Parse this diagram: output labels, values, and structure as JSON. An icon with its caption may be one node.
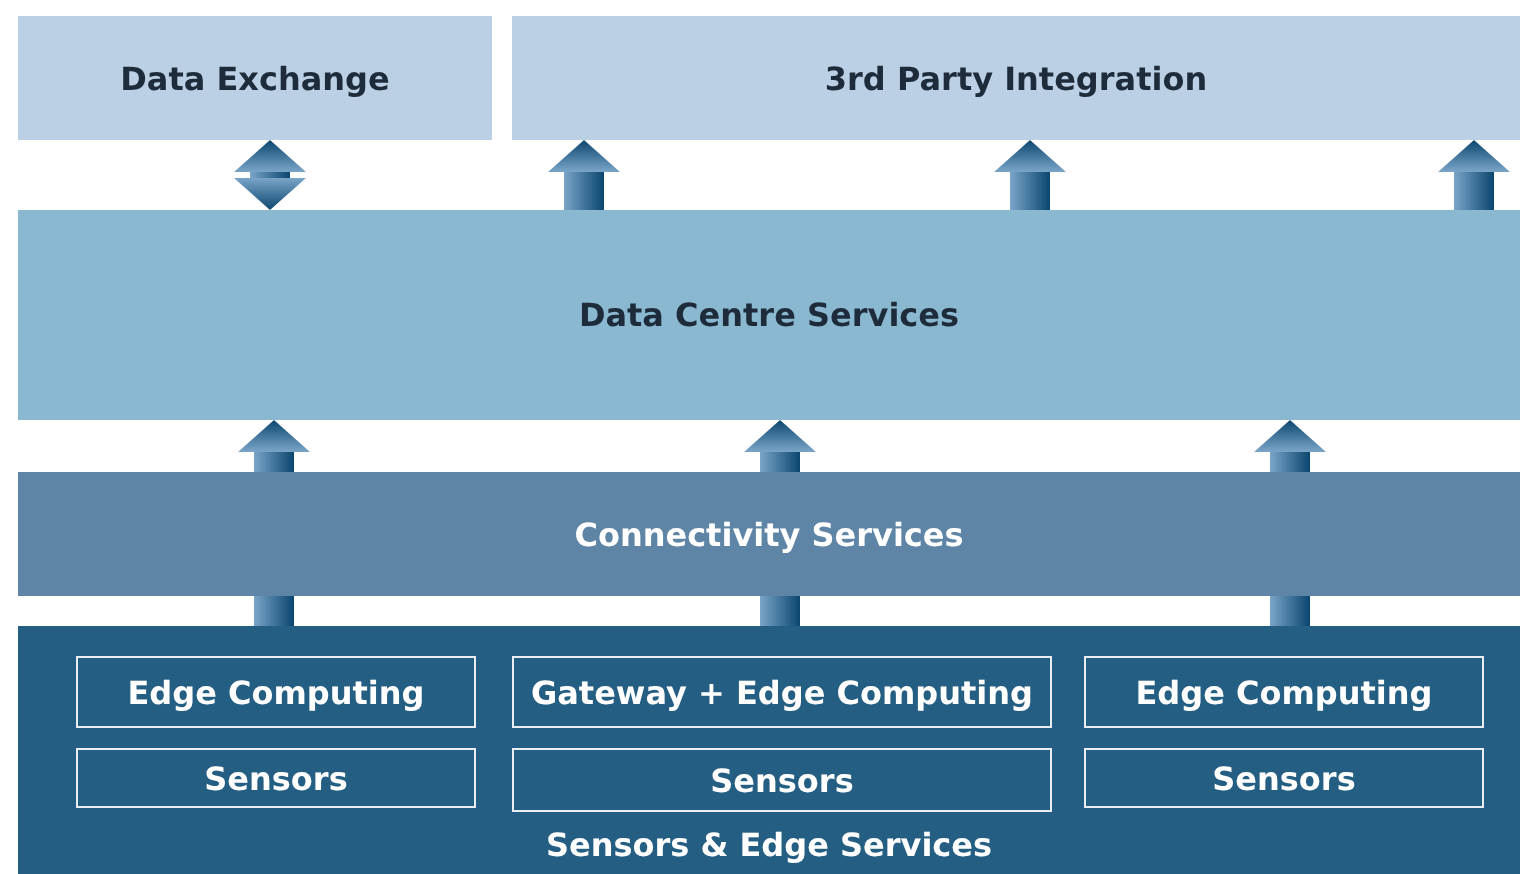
{
  "diagram": {
    "nodes": [
      {
        "text": [
          "Data Exchange"
        ]
      },
      {
        "text": [
          "3rd Party Integration"
        ]
      },
      {
        "text": [
          "Data Centre Services"
        ]
      },
      {
        "text": [
          "Connectivity Services"
        ]
      },
      {
        "text": [
          "Sensors & Edge Services"
        ]
      },
      {
        "text": [
          "Edge Computing"
        ],
        "in": 4
      },
      {
        "text": [
          "Gateway + Edge Computing"
        ],
        "in": 4
      },
      {
        "text": [
          "Edge Computing"
        ],
        "in": 4
      },
      {
        "text": [
          "Sensors"
        ],
        "in": 4
      },
      {
        "text": [
          "Sensors"
        ],
        "in": 4
      },
      {
        "text": [
          "Sensors"
        ],
        "in": 4
      }
    ],
    "edges": [
      {
        "from": 2,
        "to": 0,
        "arrow": "both",
        "style": "thick"
      },
      {
        "from": 2,
        "to": 1,
        "arrow": "to",
        "style": "thick"
      },
      {
        "from": 2,
        "to": 1,
        "arrow": "to",
        "style": "thick"
      },
      {
        "from": 2,
        "to": 1,
        "arrow": "to",
        "style": "thick"
      },
      {
        "from": 3,
        "to": 2,
        "arrow": "to",
        "style": "thick"
      },
      {
        "from": 3,
        "to": 2,
        "arrow": "to",
        "style": "thick"
      },
      {
        "from": 3,
        "to": 2,
        "arrow": "to",
        "style": "thick"
      },
      {
        "from": 4,
        "to": 3,
        "arrow": "none",
        "style": "thick"
      },
      {
        "from": 4,
        "to": 3,
        "arrow": "none",
        "style": "thick"
      },
      {
        "from": 4,
        "to": 3,
        "arrow": "none",
        "style": "thick"
      }
    ]
  }
}
